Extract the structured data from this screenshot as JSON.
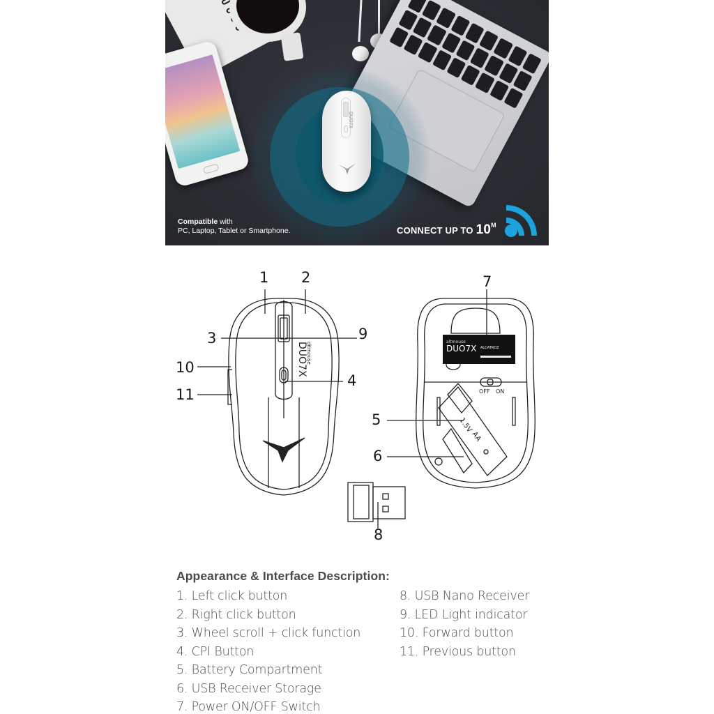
{
  "hero": {
    "compatible_bold": "Compatible",
    "compatible_rest": " with",
    "compatible_devices": "PC, Laptop, Tablet or Smartphone.",
    "connect_prefix": "CONNECT UP TO ",
    "connect_range": "10",
    "connect_unit": "M",
    "mouse_brand": "DUO7X",
    "wifi_icon": "wifi-signal-icon",
    "colors": {
      "background": "#2b2e34",
      "accent": "#1aa3dc",
      "ring": "#136f8a"
    }
  },
  "diagram": {
    "callouts": [
      "1",
      "2",
      "3",
      "4",
      "5",
      "6",
      "7",
      "8",
      "9",
      "10",
      "11"
    ],
    "top_mouse_brand_small": "ditmouse",
    "top_mouse_brand": "DUO7X",
    "bottom_label_small": "altmouse",
    "bottom_label_brand": "DUO7X",
    "bottom_label_maker": "ALCATROZ",
    "switch_off": "OFF",
    "switch_on": "ON",
    "battery_voltage": "1.5V",
    "battery_type": "AA"
  },
  "description": {
    "title": "Appearance & Interface Description:",
    "left_items": [
      "1. Left click button",
      "2. Right click button",
      "3. Wheel scroll + click function",
      "4. CPI Button",
      "5. Battery Compartment",
      "6. USB Receiver Storage",
      "7. Power ON/OFF Switch"
    ],
    "right_items": [
      "8. USB Nano Receiver",
      "9. LED Light indicator",
      "10. Forward button",
      "11. Previous button"
    ]
  }
}
